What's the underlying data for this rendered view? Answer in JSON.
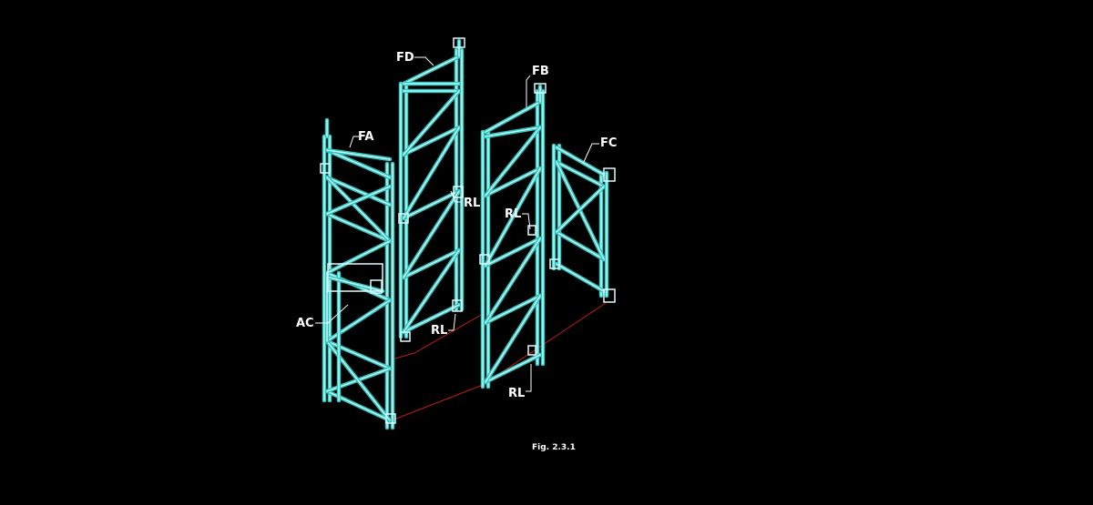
{
  "colors": {
    "background": "#000000",
    "frame_outer": "#2fc7bf",
    "frame_inner": "#dffcff",
    "leader": "#ffffff",
    "ground_line": "#c21818"
  },
  "labels": {
    "fd": "FD",
    "fb": "FB",
    "fa": "FA",
    "fc": "FC",
    "ac": "AC",
    "rl_fd_right": "RL",
    "rl_fb_mid": "RL",
    "rl_fd_bottom": "RL",
    "rl_fb_bottom": "RL"
  },
  "caption": "Fig. 2.3.1"
}
